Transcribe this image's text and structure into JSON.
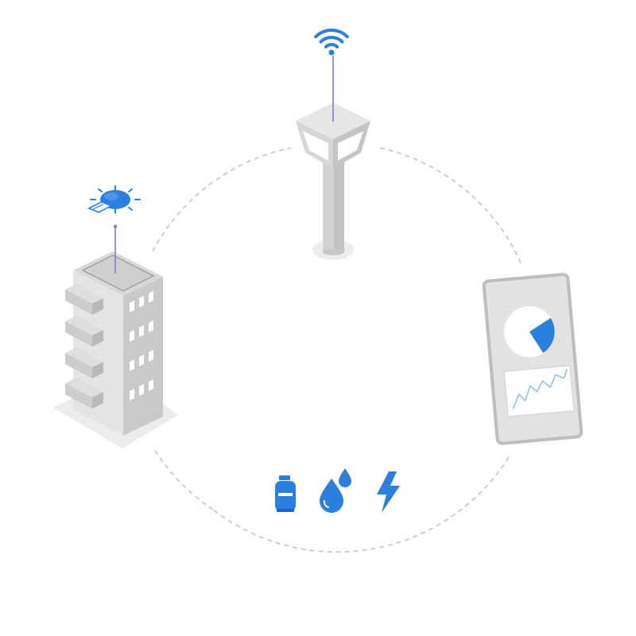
{
  "colors": {
    "accent": "#2b7fde",
    "accent_dark": "#1f63c4",
    "connector": "#7b7fe0",
    "ring": "#c4c4c4",
    "gray_light": "#e8e8e8",
    "gray_mid": "#d3d3d3",
    "gray_dark": "#bdbdbd",
    "shadow": "#ececec"
  },
  "nodes": [
    {
      "id": "cell-tower",
      "icon": "wifi-signal-icon"
    },
    {
      "id": "apartment-building",
      "icon": "smart-sensor-icon"
    },
    {
      "id": "mobile-phone",
      "icon": "dashboard-chart-icon"
    }
  ],
  "utilities": [
    {
      "id": "gas",
      "icon": "gas-cylinder-icon"
    },
    {
      "id": "water",
      "icon": "water-drops-icon"
    },
    {
      "id": "electricity",
      "icon": "lightning-bolt-icon"
    }
  ]
}
